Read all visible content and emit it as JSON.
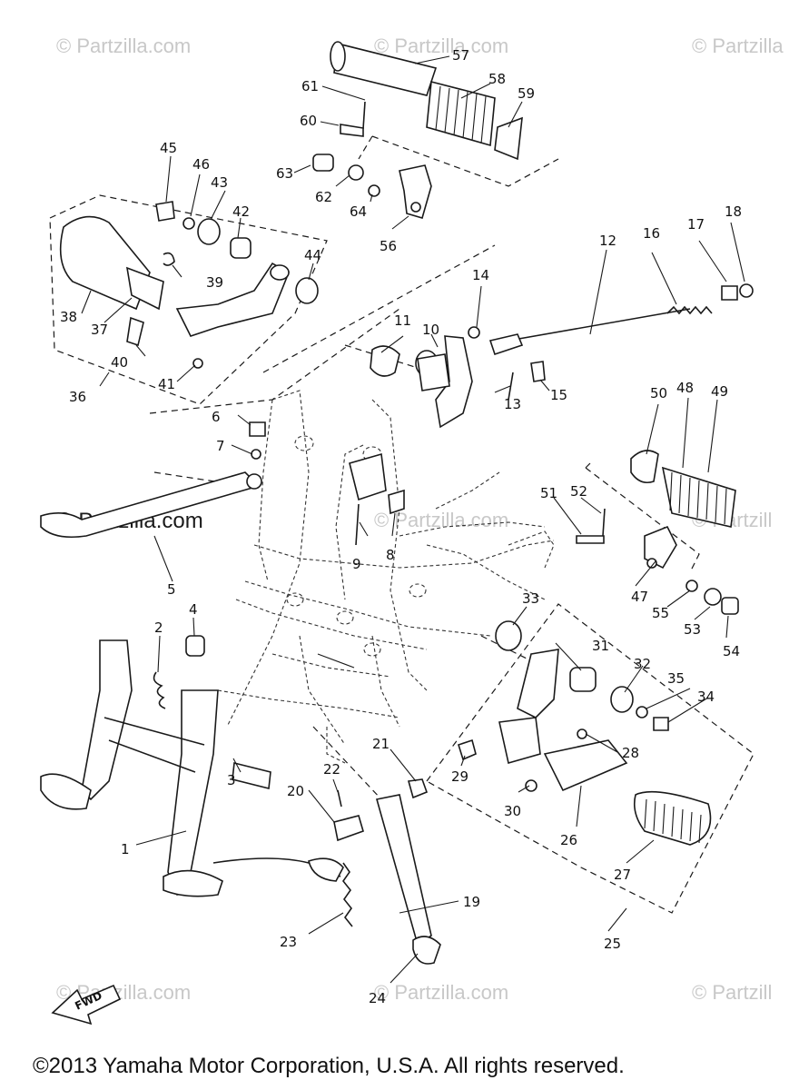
{
  "watermarks": [
    {
      "id": "wm-top-left",
      "text": "© Partzilla.com"
    },
    {
      "id": "wm-top-mid",
      "text": "© Partzilla.com"
    },
    {
      "id": "wm-top-right",
      "text": "© Partzilla"
    },
    {
      "id": "wm-mid-left",
      "text": "© Partzilla.com"
    },
    {
      "id": "wm-mid-mid",
      "text": "© Partzilla.com"
    },
    {
      "id": "wm-mid-right",
      "text": "© Partzill"
    },
    {
      "id": "wm-bot-left",
      "text": "© Partzilla.com"
    },
    {
      "id": "wm-bot-mid",
      "text": "© Partzilla.com"
    },
    {
      "id": "wm-bot-right",
      "text": "© Partzill"
    }
  ],
  "fwd_label": "FWD",
  "copyright": "©2013 Yamaha Motor Corporation, U.S.A. All rights reserved.",
  "callouts": [
    "1",
    "2",
    "3",
    "4",
    "5",
    "6",
    "7",
    "8",
    "9",
    "10",
    "11",
    "12",
    "13",
    "14",
    "15",
    "16",
    "17",
    "18",
    "19",
    "20",
    "21",
    "22",
    "23",
    "24",
    "25",
    "26",
    "27",
    "28",
    "29",
    "30",
    "31",
    "32",
    "33",
    "34",
    "35",
    "36",
    "37",
    "38",
    "39",
    "40",
    "41",
    "42",
    "43",
    "44",
    "45",
    "46",
    "47",
    "48",
    "49",
    "50",
    "51",
    "52",
    "53",
    "54",
    "55",
    "56",
    "57",
    "58",
    "59",
    "60",
    "61",
    "62",
    "63",
    "64"
  ]
}
